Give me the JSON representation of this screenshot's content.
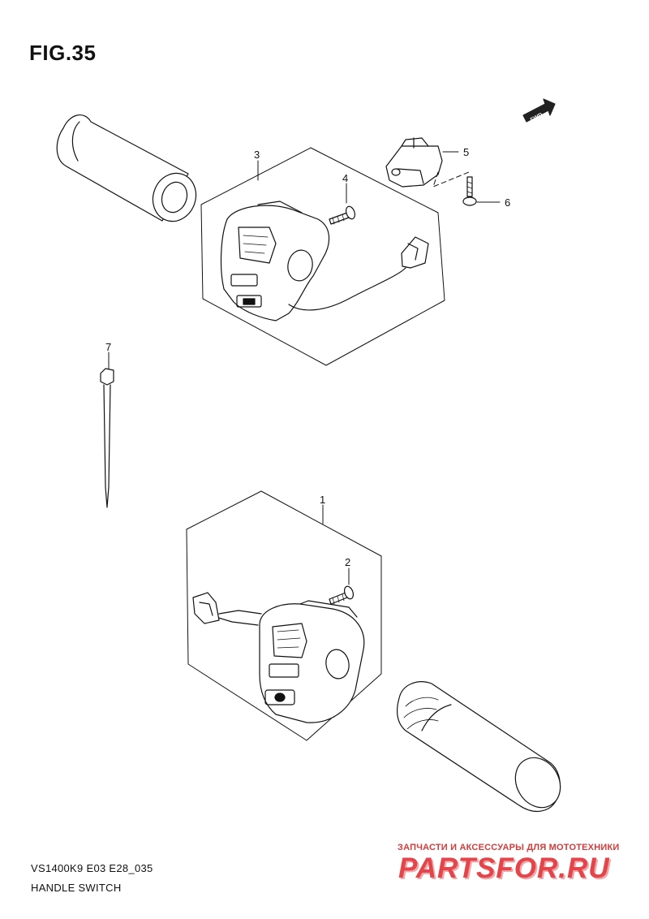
{
  "figure": {
    "title": "FIG.35",
    "model_code": "VS1400K9 E03 E28_035",
    "section_name": "HANDLE SWITCH"
  },
  "direction_marker": {
    "label": "FWD"
  },
  "callouts": [
    {
      "id": "1",
      "label": "1"
    },
    {
      "id": "2",
      "label": "2"
    },
    {
      "id": "3",
      "label": "3"
    },
    {
      "id": "4",
      "label": "4"
    },
    {
      "id": "5",
      "label": "5"
    },
    {
      "id": "6",
      "label": "6"
    },
    {
      "id": "7",
      "label": "7"
    }
  ],
  "watermark": {
    "caption": "ЗАПЧАСТИ И АКСЕССУАРЫ ДЛЯ МОТОТЕХНИКИ",
    "logo": "PARTSFOR.RU"
  }
}
